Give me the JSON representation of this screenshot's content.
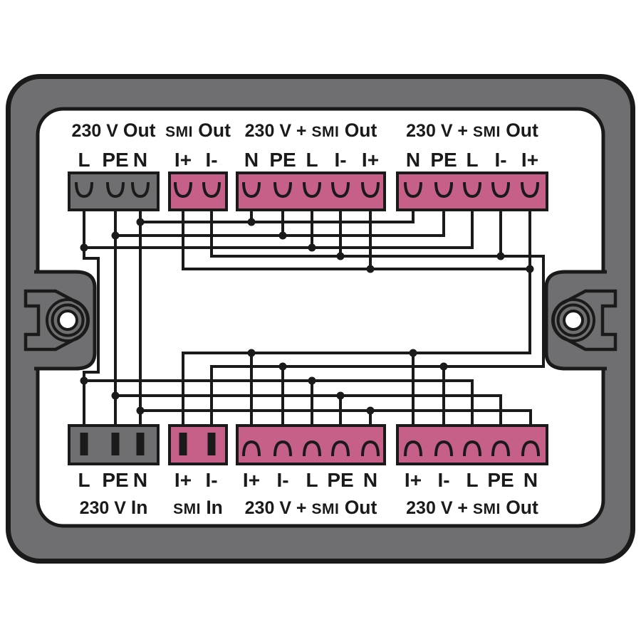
{
  "diagram": {
    "type": "wiring-diagram",
    "device": "distribution-box",
    "colors": {
      "frame": "#6f6f71",
      "gray_block": "#6f6f71",
      "pink_block": "#c76089",
      "wire": "#1a1a1a",
      "panel": "#ffffff"
    },
    "nets": [
      "L",
      "PE",
      "N",
      "I+",
      "I-"
    ],
    "blocks": {
      "top": [
        {
          "id": "230v-out",
          "color": "gray_block",
          "caption": {
            "pre": "230 V ",
            "smi": "",
            "post": "Out"
          },
          "terminals": [
            "L",
            "PE",
            "N"
          ]
        },
        {
          "id": "smi-out",
          "color": "pink_block",
          "caption": {
            "pre": "",
            "smi": "SMI",
            "post": " Out"
          },
          "terminals": [
            "I+",
            "I-"
          ]
        },
        {
          "id": "230v-smi-out-top-1",
          "color": "pink_block",
          "caption": {
            "pre": "230 V + ",
            "smi": "SMI",
            "post": " Out"
          },
          "terminals": [
            "N",
            "PE",
            "L",
            "I-",
            "I+"
          ]
        },
        {
          "id": "230v-smi-out-top-2",
          "color": "pink_block",
          "caption": {
            "pre": "230 V + ",
            "smi": "SMI",
            "post": " Out"
          },
          "terminals": [
            "N",
            "PE",
            "L",
            "I-",
            "I+"
          ]
        }
      ],
      "bottom": [
        {
          "id": "230v-in",
          "color": "gray_block",
          "caption": {
            "pre": "230 V ",
            "smi": "",
            "post": "In"
          },
          "terminals": [
            "L",
            "PE",
            "N"
          ]
        },
        {
          "id": "smi-in",
          "color": "pink_block",
          "caption": {
            "pre": "",
            "smi": "SMI",
            "post": " In"
          },
          "terminals": [
            "I+",
            "I-"
          ]
        },
        {
          "id": "230v-smi-out-bottom-1",
          "color": "pink_block",
          "caption": {
            "pre": "230 V + ",
            "smi": "SMI",
            "post": " Out"
          },
          "terminals": [
            "I+",
            "I-",
            "L",
            "PE",
            "N"
          ]
        },
        {
          "id": "230v-smi-out-bottom-2",
          "color": "pink_block",
          "caption": {
            "pre": "230 V + ",
            "smi": "SMI",
            "post": " Out"
          },
          "terminals": [
            "I+",
            "I-",
            "L",
            "PE",
            "N"
          ]
        }
      ]
    }
  }
}
